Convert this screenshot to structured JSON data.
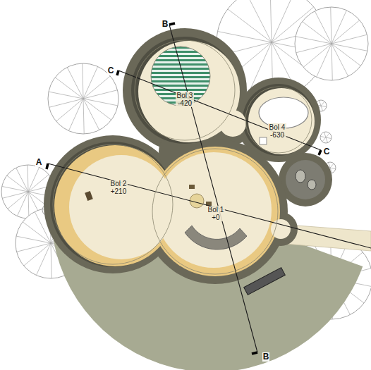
{
  "diagram": {
    "nodes": [
      {
        "text": [
          "Bol 3",
          "-420"
        ]
      },
      {
        "text": [
          "Bol 4",
          "-630"
        ]
      },
      {
        "text": [
          "Bol 2",
          "+210"
        ]
      },
      {
        "text": [
          "Bol 1",
          "+0"
        ]
      }
    ],
    "labels": [
      "B",
      "C",
      "C",
      "A",
      "B"
    ]
  }
}
